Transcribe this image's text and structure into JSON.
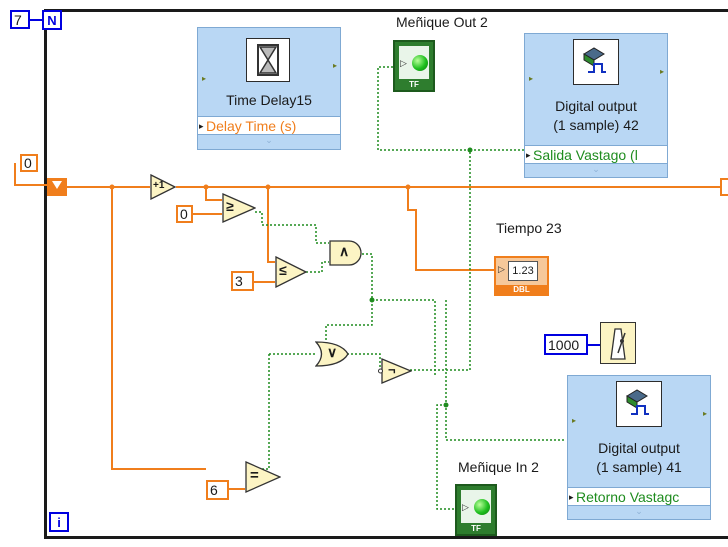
{
  "loop": {
    "count_terminal": "N",
    "count_constant": "7",
    "iteration_terminal": "i",
    "shift_register_init": "0"
  },
  "time_delay": {
    "title": "Time Delay15",
    "terminal": "Delay Time (s)",
    "chevron": "⌄"
  },
  "digital_out_42": {
    "title_line1": "Digital output",
    "title_line2": "(1 sample) 42",
    "terminal": "Salida Vastago (l",
    "chevron": "⌄"
  },
  "digital_out_41": {
    "title_line1": "Digital output",
    "title_line2": "(1 sample) 41",
    "terminal": "Retorno Vastagc",
    "chevron": "⌄"
  },
  "indicators": {
    "menique_out_label": "Meñique Out 2",
    "menique_in_label": "Meñique In 2",
    "tiempo_label": "Tiempo 23",
    "tiempo_display": "1.23",
    "tiempo_type": "DBL",
    "bool_type": "TF"
  },
  "constants": {
    "zero": "0",
    "three": "3",
    "six": "6",
    "wait_ms": "1000"
  },
  "functions": {
    "increment": "+1",
    "greater_equal": "≥",
    "less_equal": "≤",
    "and": "∧",
    "or": "∨",
    "not": "¬",
    "equal": "="
  },
  "colors": {
    "integer_wire": "#f07e1c",
    "boolean_wire": "#1e8c1e",
    "u32_terminal": "#0000e0",
    "expressvi": "#b9d7f4",
    "delay_terminal_text": "#f07e1c",
    "bool_terminal_text": "#1e8c1e"
  }
}
